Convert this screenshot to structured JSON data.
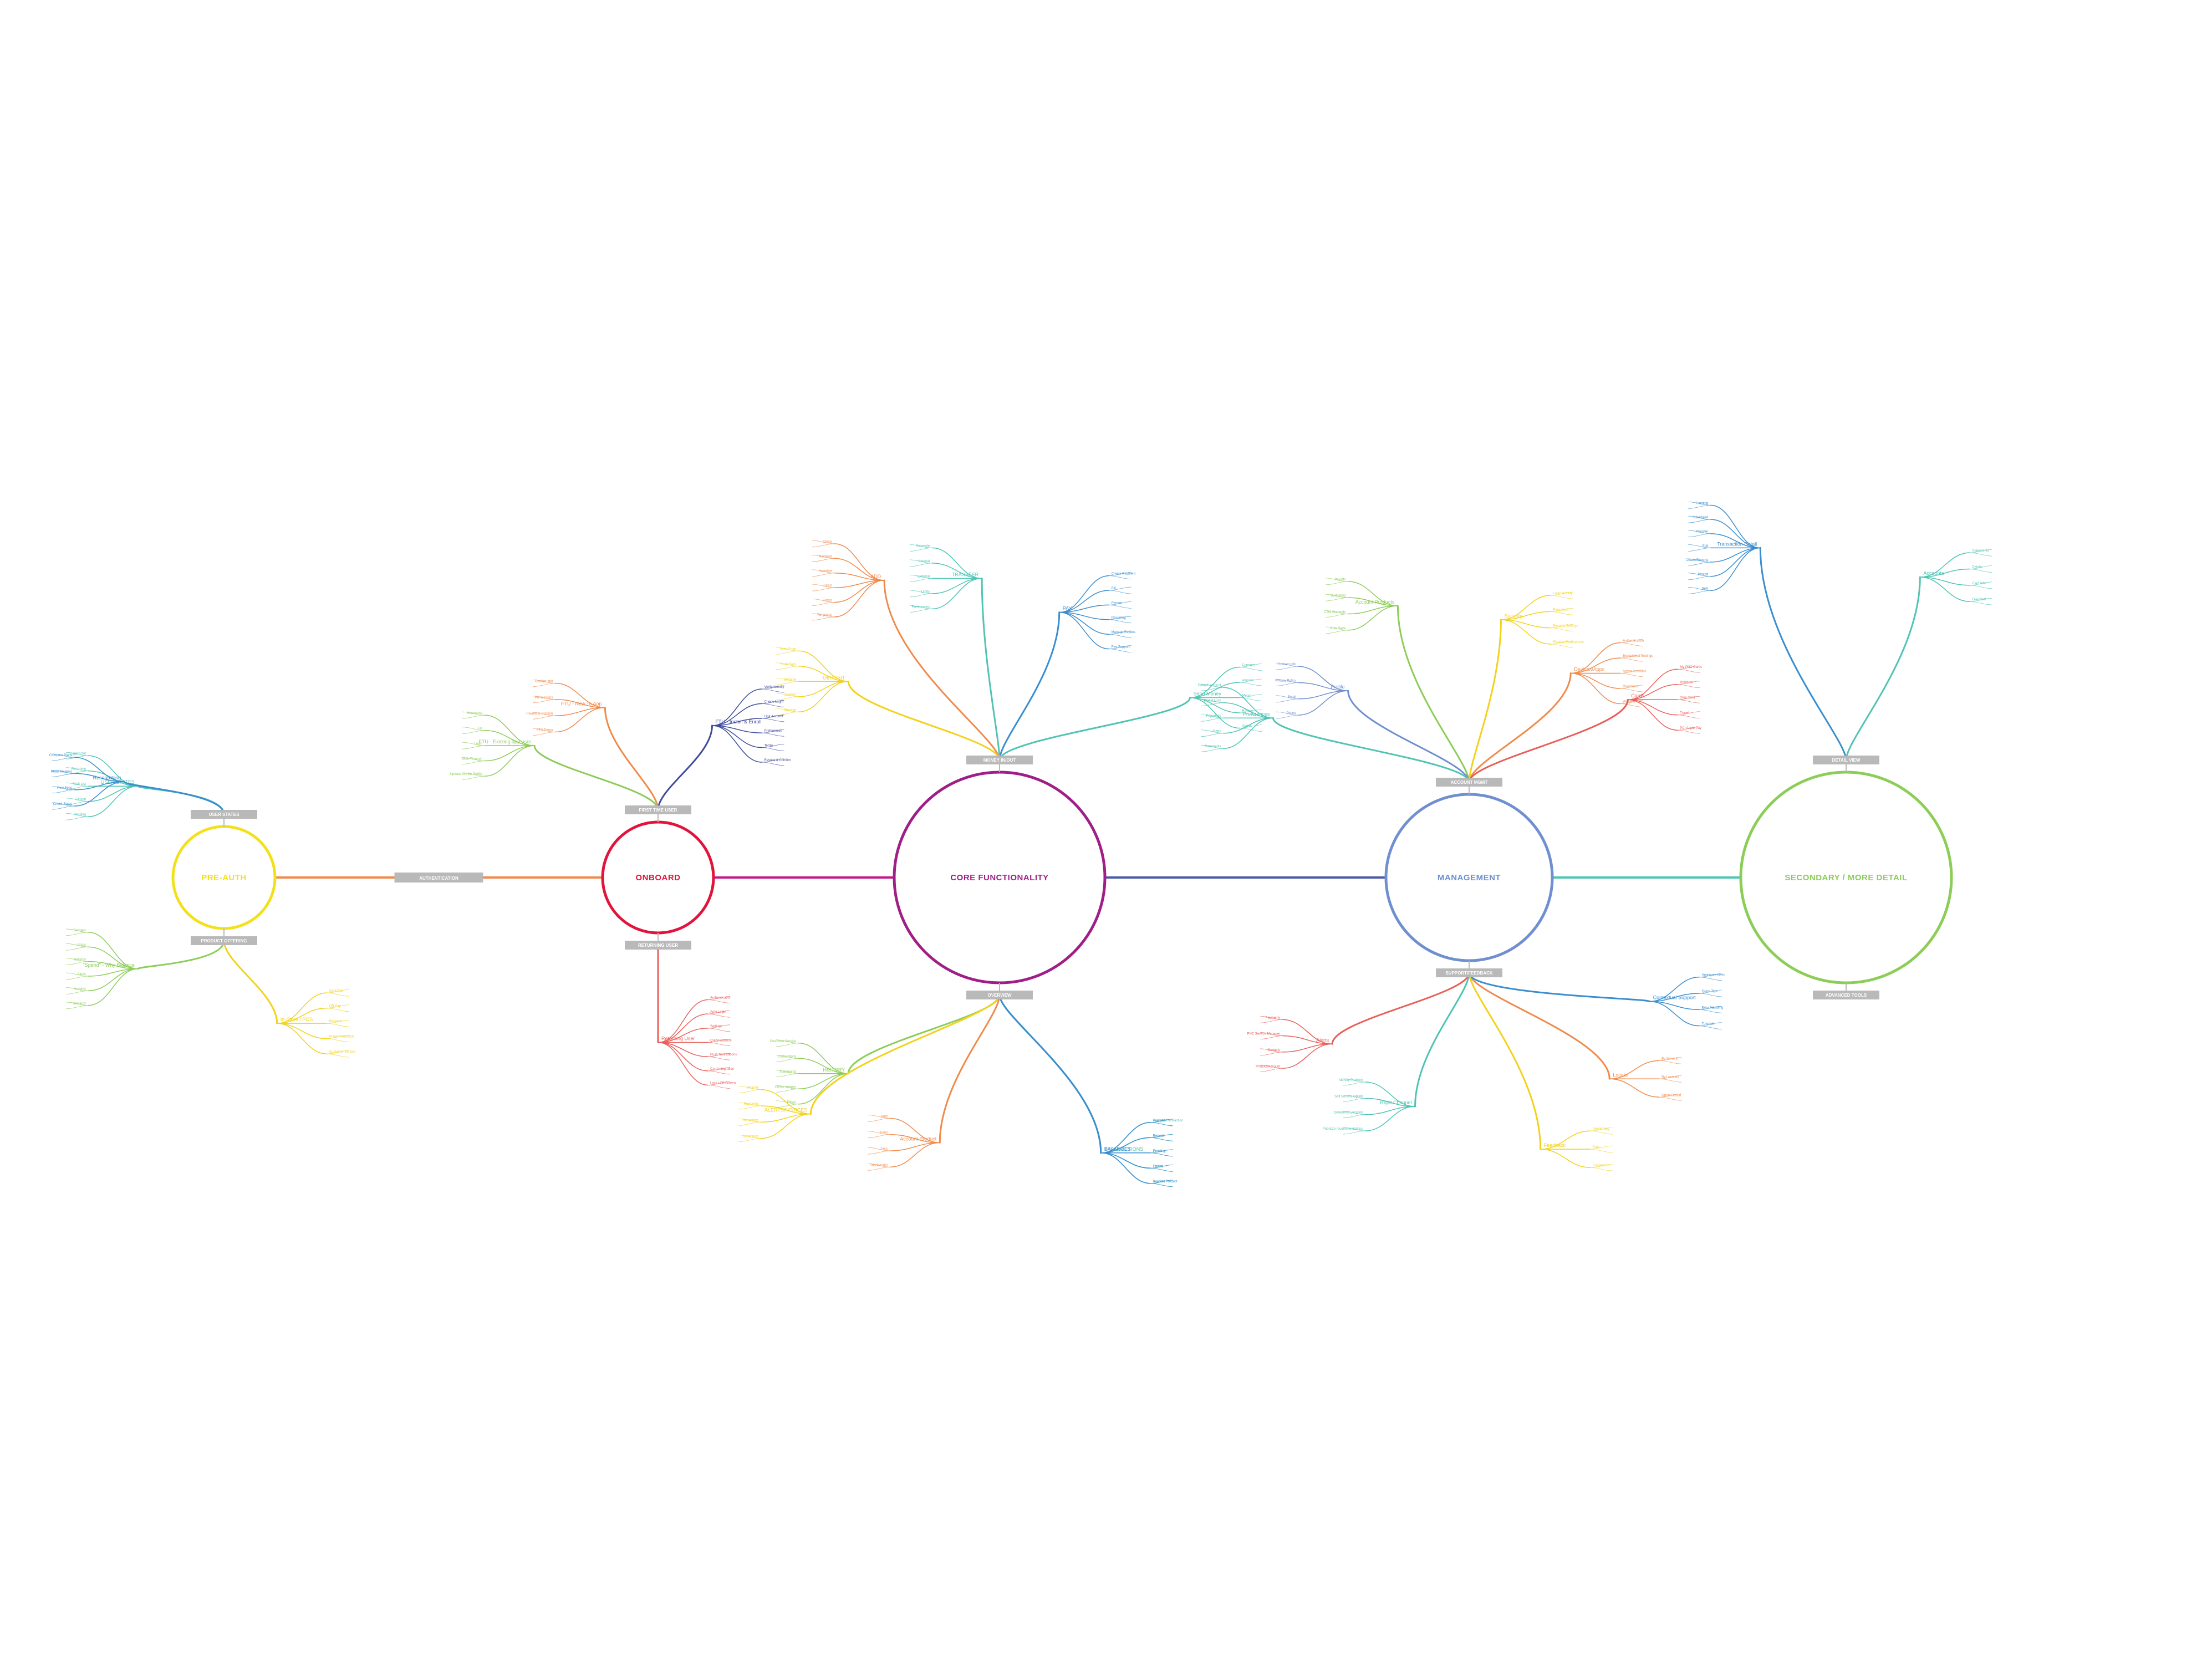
{
  "hubs": [
    {
      "id": "pre-auth",
      "label": "PRE-AUTH",
      "color": "#f2e11a"
    },
    {
      "id": "onboard",
      "label": "ONBOARD",
      "color": "#e2143c"
    },
    {
      "id": "core",
      "label": "CORE FUNCTIONALITY",
      "color": "#a01f86"
    },
    {
      "id": "management",
      "label": "MANAGEMENT",
      "color": "#6f8fd0"
    },
    {
      "id": "secondary",
      "label": "SECONDARY / MORE DETAIL",
      "color": "#8ccd57"
    }
  ],
  "links": [
    {
      "from": "pre-auth",
      "to": "onboard",
      "color": "#f08a4b",
      "label": "AUTHENTICATION"
    },
    {
      "from": "onboard",
      "to": "core",
      "color": "#c0178a",
      "label": ""
    },
    {
      "from": "core",
      "to": "management",
      "color": "#4a5aa8",
      "label": ""
    },
    {
      "from": "management",
      "to": "secondary",
      "color": "#4fc4b3",
      "label": ""
    }
  ],
  "tags": [
    {
      "hub": "pre-auth",
      "pos": "top",
      "label": "USER STATES"
    },
    {
      "hub": "pre-auth",
      "pos": "bottom",
      "label": "PRODUCT OFFERING"
    },
    {
      "hub": "onboard",
      "pos": "top",
      "label": "FIRST TIME USER"
    },
    {
      "hub": "onboard",
      "pos": "bottom",
      "label": "RETURNING USER"
    },
    {
      "hub": "core",
      "pos": "top",
      "label": "MONEY IN/OUT"
    },
    {
      "hub": "core",
      "pos": "bottom",
      "label": "OVERVIEW"
    },
    {
      "hub": "management",
      "pos": "top",
      "label": "ACCOUNT MGMT"
    },
    {
      "hub": "management",
      "pos": "bottom",
      "label": "SUPPORT/FEEDBACK"
    },
    {
      "hub": "secondary",
      "pos": "top",
      "label": "DETAIL VIEW"
    },
    {
      "hub": "secondary",
      "pos": "bottom",
      "label": "ADVANCED TOOLS"
    }
  ],
  "branches": [
    {
      "hub": "pre-auth",
      "tag": "top",
      "color": "#4fc4b3",
      "label": "USER STATES",
      "leaves": [
        "Logged Out",
        "Returning",
        "Wait List",
        "Closed",
        "Pending"
      ]
    },
    {
      "hub": "pre-auth",
      "tag": "top",
      "color": "#3a8ecf",
      "label": "Researching",
      "leaves": [
        "Compare Plans",
        "Read Reviews",
        "View Fees",
        "Check Rates"
      ]
    },
    {
      "hub": "pre-auth",
      "tag": "bottom",
      "color": "#8ccd57",
      "label": "\"Spend\" - Why Balance",
      "leaves": [
        "Budgets",
        "Goals",
        "Savings",
        "Alerts",
        "Insights",
        "Rewards"
      ]
    },
    {
      "hub": "pre-auth",
      "tag": "bottom",
      "color": "#f2d21a",
      "label": "In-Store / POS",
      "leaves": [
        "Card Tap",
        "QR Pay",
        "Receipts",
        "Fraud Protection",
        "Customer Service"
      ]
    },
    {
      "hub": "onboard",
      "tag": "top",
      "color": "#3f4c9c",
      "label": "FTU - Install & Enroll",
      "leaves": [
        "Verify Identity",
        "Create Login",
        "Link Account",
        "Preferences",
        "Terms",
        "Review & Confirm"
      ]
    },
    {
      "hub": "onboard",
      "tag": "top",
      "color": "#f08a4b",
      "label": "FTU - New To App",
      "leaves": [
        "Contact Info",
        "Permissions",
        "Review & Confirm",
        "FTU Demo"
      ]
    },
    {
      "hub": "onboard",
      "tag": "top",
      "color": "#8ccd57",
      "label": "FTU - Existing app user",
      "leaves": [
        "Username",
        "Fill",
        "Login",
        "Walk-Through",
        "Update Info for Profile"
      ]
    },
    {
      "hub": "onboard",
      "tag": "bottom",
      "color": "#e85f5a",
      "label": "Returning User",
      "leaves": [
        "Authentication",
        "Auto Login",
        "Settings",
        "Quick Balance",
        "Push Notifications",
        "Card Integration",
        "Lists / Off Screen"
      ]
    },
    {
      "hub": "core",
      "tag": "top",
      "color": "#3a8ecf",
      "label": "PAY",
      "leaves": [
        "Create Payment",
        "Bill",
        "Person",
        "Recurring",
        "Manage Payees",
        "Pay Support"
      ]
    },
    {
      "hub": "core",
      "tag": "top",
      "color": "#4fc4b3",
      "label": "TRANSFER",
      "leaves": [
        "Schedule",
        "Internal",
        "External",
        "Limits",
        "Preferences"
      ]
    },
    {
      "hub": "core",
      "tag": "top",
      "color": "#f08a4b",
      "label": "ADD",
      "leaves": [
        "Check",
        "Payment",
        "Incentive",
        "Direct",
        "Codes",
        "Templates"
      ]
    },
    {
      "hub": "core",
      "tag": "top",
      "color": "#f2d21a",
      "label": "DEPOSIT",
      "leaves": [
        "Scan Front",
        "Scan Back",
        "Endorse",
        "Confirm",
        "Manage"
      ]
    },
    {
      "hub": "core",
      "tag": "top",
      "color": "#4fc4b3",
      "label": "Send Money",
      "leaves": [
        "Contacts",
        "Amount",
        "Memo",
        "Review",
        "Status"
      ]
    },
    {
      "hub": "core",
      "tag": "bottom",
      "color": "#8ccd57",
      "label": "HISTORY",
      "leaves": [
        "Customer Service",
        "Transactions",
        "Statements",
        "Check Images",
        "Filters"
      ]
    },
    {
      "hub": "core",
      "tag": "bottom",
      "color": "#4fc4b3",
      "label": "TRANSACTIONS",
      "leaves": [
        "Flagged Transaction",
        "Recent",
        "Pending",
        "Posted",
        "Search"
      ]
    },
    {
      "hub": "core",
      "tag": "bottom",
      "color": "#f2d21a",
      "label": "ALERTS/NOTICES",
      "leaves": [
        "Security",
        "Payments",
        "Reminders",
        "Scheduled"
      ]
    },
    {
      "hub": "core",
      "tag": "bottom",
      "color": "#f08a4b",
      "label": "Account Product",
      "leaves": [
        "Rate",
        "Fees",
        "Tiers",
        "Disclosures"
      ]
    },
    {
      "hub": "core",
      "tag": "bottom",
      "color": "#3a8ecf",
      "label": "BALANCES",
      "leaves": [
        "Available",
        "Current",
        "Pending",
        "Trends",
        "Account Product"
      ]
    },
    {
      "hub": "management",
      "tag": "top",
      "color": "#f08a4b",
      "label": "Devices/Apps",
      "leaves": [
        "Authentication",
        "Exceptional Settings",
        "Active Sessions",
        "Download",
        "Widgets"
      ]
    },
    {
      "hub": "management",
      "tag": "top",
      "color": "#f2d21a",
      "label": "Security",
      "leaves": [
        "Login Activity",
        "Password",
        "Security Settings",
        "Finance Preferences"
      ]
    },
    {
      "hub": "management",
      "tag": "top",
      "color": "#8ccd57",
      "label": "Account Products",
      "leaves": [
        "Payoffs",
        "Budgeting",
        "Card Accounts",
        "Auto Save"
      ]
    },
    {
      "hub": "management",
      "tag": "top",
      "color": "#6f8fd0",
      "label": "Profile",
      "leaves": [
        "Contact Info",
        "Privacy Policy",
        "Email",
        "Phone"
      ]
    },
    {
      "hub": "management",
      "tag": "top",
      "color": "#e85f5a",
      "label": "Cards",
      "leaves": [
        "My PNC Cards",
        "Rewards",
        "Stop Card",
        "Travel",
        "PCI Apple Pay"
      ]
    },
    {
      "hub": "management",
      "tag": "top",
      "color": "#4fc4b3",
      "label": "Preferences",
      "leaves": [
        "Default account",
        "Digital Lock",
        "Paperless",
        "Alerts",
        "Statements"
      ]
    },
    {
      "hub": "management",
      "tag": "bottom",
      "color": "#e85f5a",
      "label": "Alerts",
      "leaves": [
        "Payments",
        "PNC Service Manager",
        "Budgets",
        "Product/Account"
      ]
    },
    {
      "hub": "management",
      "tag": "bottom",
      "color": "#f08a4b",
      "label": "Locate",
      "leaves": [
        "By Service",
        "By Location",
        "Open/Closed"
      ]
    },
    {
      "hub": "management",
      "tag": "bottom",
      "color": "#f2d21a",
      "label": "Feedback",
      "leaves": [
        "Report Bug",
        "Rate",
        "Suggestion"
      ]
    },
    {
      "hub": "management",
      "tag": "bottom",
      "color": "#4fc4b3",
      "label": "Right Channel",
      "leaves": [
        "Identify Problem",
        "Self Service Option",
        "Determine Location",
        "Prioritize recommendations"
      ]
    },
    {
      "hub": "management",
      "tag": "bottom",
      "color": "#3a8ecf",
      "label": "Contextual Support",
      "leaves": [
        "Anticipate Need",
        "Quick Tips",
        "Error Handling",
        "Tutorials"
      ]
    },
    {
      "hub": "secondary",
      "tag": "top",
      "color": "#4fc4b3",
      "label": "Accounts",
      "leaves": [
        "Statements",
        "Details",
        "Card Info",
        "Overdraft"
      ]
    },
    {
      "hub": "secondary",
      "tag": "top",
      "color": "#3a8ecf",
      "label": "Transaction Detail",
      "leaves": [
        "Pending",
        "Scheduled",
        "Transfer",
        "Edit",
        "Charts/Reports",
        "Posted",
        "Split"
      ]
    }
  ]
}
